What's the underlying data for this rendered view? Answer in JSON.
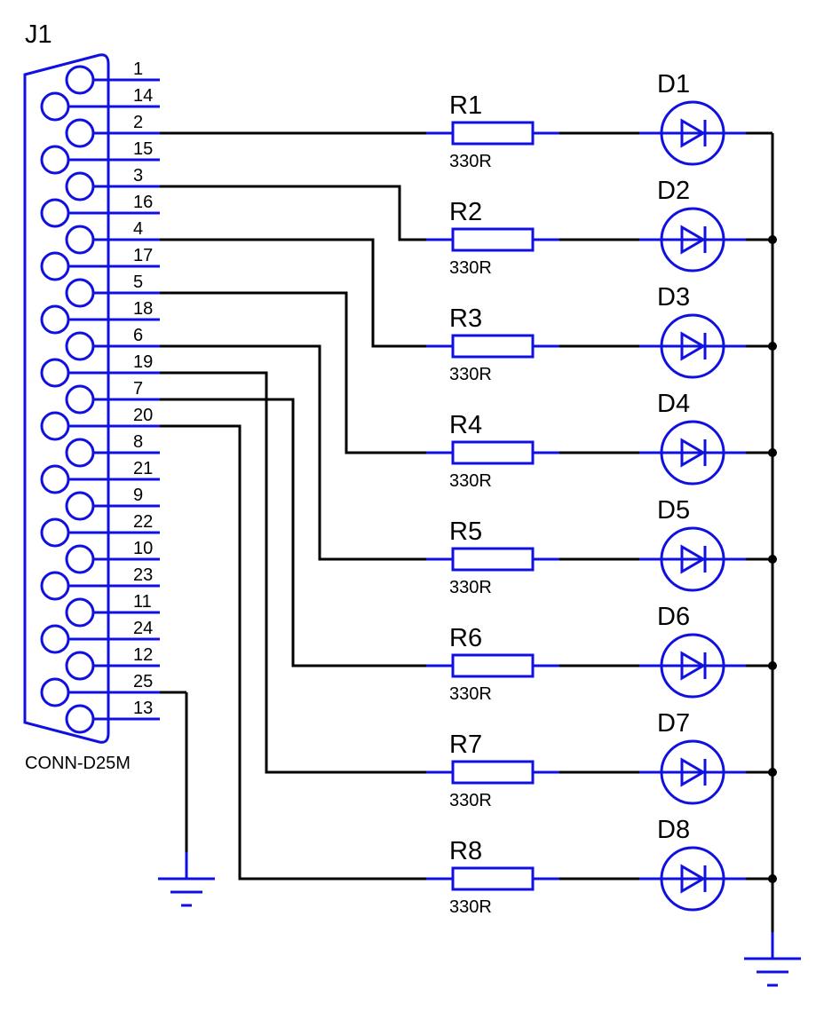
{
  "connector": {
    "ref": "J1",
    "part": "CONN-D25M",
    "pins": [
      "1",
      "14",
      "2",
      "15",
      "3",
      "16",
      "4",
      "17",
      "5",
      "18",
      "6",
      "19",
      "7",
      "20",
      "8",
      "21",
      "9",
      "22",
      "10",
      "23",
      "11",
      "24",
      "12",
      "25",
      "13"
    ]
  },
  "channels": [
    {
      "pin": "2",
      "resistor": "R1",
      "value": "330R",
      "diode": "D1"
    },
    {
      "pin": "3",
      "resistor": "R2",
      "value": "330R",
      "diode": "D2"
    },
    {
      "pin": "4",
      "resistor": "R3",
      "value": "330R",
      "diode": "D3"
    },
    {
      "pin": "5",
      "resistor": "R4",
      "value": "330R",
      "diode": "D4"
    },
    {
      "pin": "6",
      "resistor": "R5",
      "value": "330R",
      "diode": "D5"
    },
    {
      "pin": "7",
      "resistor": "R6",
      "value": "330R",
      "diode": "D6"
    },
    {
      "pin": "19",
      "resistor": "R7",
      "value": "330R",
      "diode": "D7"
    },
    {
      "pin": "20",
      "resistor": "R8",
      "value": "330R",
      "diode": "D8"
    }
  ],
  "ground_pin": "25",
  "colors": {
    "wire": "#000000",
    "component": "#1010e0"
  }
}
